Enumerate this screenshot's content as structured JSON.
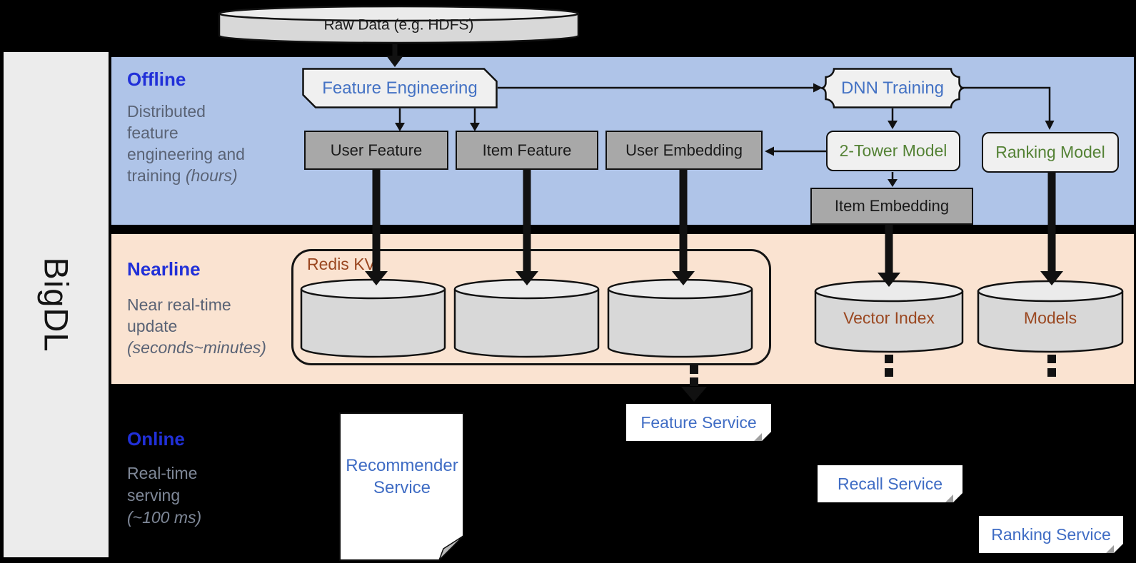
{
  "brand": {
    "label": "BigDL"
  },
  "source": {
    "raw_data_label": "Raw Data (e.g. HDFS)"
  },
  "bands": {
    "offline": {
      "title": "Offline",
      "desc_line1": "Distributed",
      "desc_line2": "feature",
      "desc_line3": "engineering and",
      "desc_line4_prefix": "training ",
      "desc_line4_italic": "(hours)"
    },
    "nearline": {
      "title": "Nearline",
      "desc_line1": "Near real-time",
      "desc_line2": "update",
      "desc_line3_italic": "(seconds~minutes)"
    },
    "online": {
      "title": "Online",
      "desc_line1": "Real-time",
      "desc_line2": "serving",
      "desc_line3_italic": "(~100 ms)"
    }
  },
  "nodes": {
    "feature_engineering": "Feature Engineering",
    "dnn_training": "DNN Training",
    "user_feature": "User Feature",
    "item_feature": "Item Feature",
    "user_embedding": "User Embedding",
    "two_tower_model": "2-Tower Model",
    "ranking_model": "Ranking Model",
    "item_embedding": "Item Embedding",
    "redis_kv": "Redis KV",
    "vector_index": "Vector Index",
    "models": "Models"
  },
  "services": {
    "recommender_line1": "Recommender",
    "recommender_line2": "Service",
    "feature": "Feature Service",
    "recall": "Recall Service",
    "ranking": "Ranking Service"
  },
  "colors": {
    "background": "#000000",
    "offline_band": "#afc4e8",
    "nearline_band": "#fae3d1",
    "brand_bar": "#ececec",
    "band_title_blue": "#2130d8",
    "desc_gray": "#5a6375",
    "node_blue_text": "#4472c4",
    "node_green_text": "#548235",
    "node_brown_text": "#9a4720",
    "gray_node_fill": "#a8a8a8",
    "light_node_fill": "#f0f0f0",
    "cylinder_fill": "#d8d8d8"
  }
}
